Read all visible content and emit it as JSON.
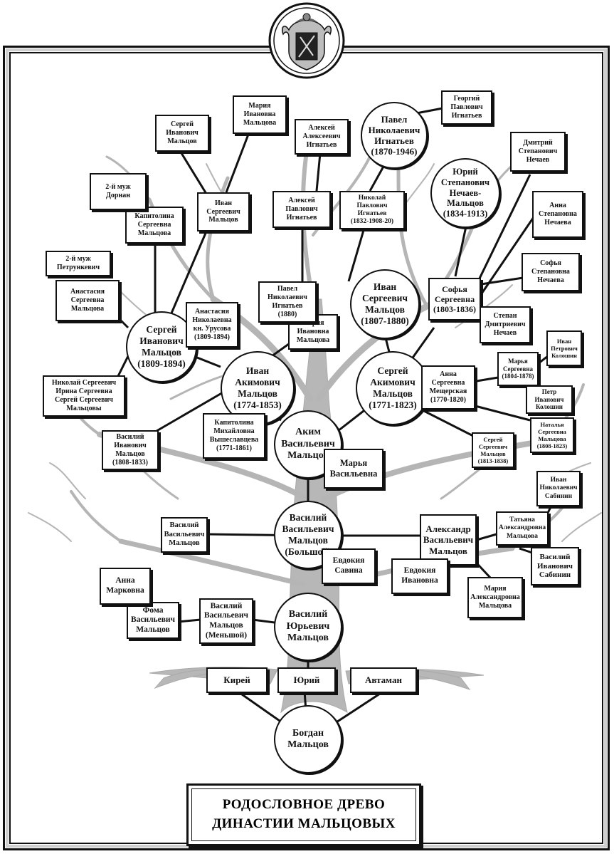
{
  "title": {
    "line1": "РОДОСЛОВНОЕ ДРЕВО",
    "line2": "ДИНАСТИИ МАЛЬЦОВЫХ"
  },
  "circles": [
    {
      "id": "bogdan",
      "text": "Богдан\nМальцов"
    },
    {
      "id": "vasily-yurevich",
      "text": "Василий\nЮрьевич\nМальцов"
    },
    {
      "id": "vasily-bolshoy",
      "text": "Василий\nВасильевич\nМальцов\n(Большой)"
    },
    {
      "id": "akim",
      "text": "Аким\nВасильевич\nМальцов"
    },
    {
      "id": "ivan-akimovich",
      "text": "Иван\nАкимович\nМальцов\n(1774-1853)"
    },
    {
      "id": "sergey-akimovich",
      "text": "Сергей\nАкимович\nМальцов\n(1771-1823)"
    },
    {
      "id": "sergey-ivanovich",
      "text": "Сергей\nИванович\nМальцов\n(1809-1894)"
    },
    {
      "id": "ivan-sergeevich",
      "text": "Иван\nСергеевич\nМальцов\n(1807-1880)"
    },
    {
      "id": "pavel-nikolaevich",
      "text": "Павел\nНиколаевич\nИгнатьев\n(1870-1946)"
    },
    {
      "id": "yuri-stepanovich",
      "text": "Юрий\nСтепанович\nНечаев-\nМальцов\n(1834-1913)"
    }
  ],
  "boxes": [
    {
      "id": "kirey",
      "text": "Кирей"
    },
    {
      "id": "yuri",
      "text": "Юрий"
    },
    {
      "id": "avtaman",
      "text": "Автаман"
    },
    {
      "id": "foma",
      "text": "Фома\nВасильевич\nМальцов"
    },
    {
      "id": "anna-markovna",
      "text": "Анна\nМарковна"
    },
    {
      "id": "vasily-menshoy",
      "text": "Василий\nВасильевич\nМальцов\n(Меньшой)"
    },
    {
      "id": "vasily-vasilyevich-left",
      "text": "Василий\nВасильевич\nМальцов"
    },
    {
      "id": "evdokiya-savina",
      "text": "Евдокия\nСавина"
    },
    {
      "id": "alexandr",
      "text": "Александр\nВасильевич\nМальцов"
    },
    {
      "id": "evdokiya-ivanovna",
      "text": "Евдокия\nИвановна"
    },
    {
      "id": "maria-aleksandrovna",
      "text": "Мария\nАлександровна\nМальцова"
    },
    {
      "id": "tatyana",
      "text": "Татьяна\nАлександровна\nМальцова"
    },
    {
      "id": "ivan-sabinin",
      "text": "Иван\nНиколаевич\nСабинин"
    },
    {
      "id": "vasily-sabinin",
      "text": "Василий\nИванович\nСабинин"
    },
    {
      "id": "marya-vasilyevna",
      "text": "Марья\nВасильевна"
    },
    {
      "id": "kapitolina-vyshe",
      "text": "Капитолина\nМихайловна\nВышеславцева\n(1771-1861)"
    },
    {
      "id": "vasily-ivanovich",
      "text": "Василий\nИванович\nМальцов\n(1808-1833)"
    },
    {
      "id": "children-list",
      "text": "Николай Сергеевич\nИрина Сергеевна\nСергей Сергеевич\nМальцовы"
    },
    {
      "id": "anastasia-urusova",
      "text": "Анастасия\nНиколаевна\nкн. Урусова\n(1809-1894)"
    },
    {
      "id": "maria-ivanovna-1",
      "text": "Мария\nИвановна\nМальцова"
    },
    {
      "id": "anastasia-s",
      "text": "Анастасия\nСергеевна\nМальцова"
    },
    {
      "id": "husband2-petrunkevich",
      "text": "2-й муж\nПетрункевич"
    },
    {
      "id": "kapitolina-s",
      "text": "Капитолина\nСергеевна\nМальцова"
    },
    {
      "id": "husband2-dornan",
      "text": "2-й муж\nДорнан"
    },
    {
      "id": "sergey-ivanovich-top",
      "text": "Сергей\nИванович\nМальцов"
    },
    {
      "id": "ivan-sergeevich-box",
      "text": "Иван\nСергеевич\nМальцов"
    },
    {
      "id": "maria-ivanovna-top",
      "text": "Мария\nИвановна\nМальцова"
    },
    {
      "id": "aleksey-alekseevich",
      "text": "Алексей\nАлексеевич\nИгнатьев"
    },
    {
      "id": "aleksey-pavlovich",
      "text": "Алексей\nПавлович\nИгнатьев"
    },
    {
      "id": "pavel-nikolaevich-1880",
      "text": "Павел\nНиколаевич\nИгнатьев\n(1880)"
    },
    {
      "id": "nikolay-pavlovich",
      "text": "Николай\nПавлович\nИгнатьев\n(1832-1908-20)"
    },
    {
      "id": "georgy",
      "text": "Георгий\nПавлович\nИгнатьев"
    },
    {
      "id": "sofya-sergeevna",
      "text": "Софья\nСергеевна\n(1803-1836)"
    },
    {
      "id": "stepan",
      "text": "Степан\nДмитриевич\nНечаев"
    },
    {
      "id": "dmitry",
      "text": "Дмитрий\nСтепанович\nНечаев"
    },
    {
      "id": "anna-stepanovna",
      "text": "Анна\nСтепановна\nНечаева"
    },
    {
      "id": "sofya-stepanovna",
      "text": "Софья\nСтепановна\nНечаева"
    },
    {
      "id": "anna-meshcherskaya",
      "text": "Анна\nСергеевна\nМещерская\n(1770-1820)"
    },
    {
      "id": "marya-sergeevna",
      "text": "Марья\nСергеевна\n(1804-1878)"
    },
    {
      "id": "ivan-koloshin",
      "text": "Иван\nПетрович\nКолошин"
    },
    {
      "id": "petr-koloshin",
      "text": "Петр\nИванович\nКолошин"
    },
    {
      "id": "natalya",
      "text": "Наталья\nСергеевна\nМальцова\n(1808-1823)"
    },
    {
      "id": "sergey-sergeevich",
      "text": "Сергей\nСергеевич\nМальцов\n(1813-1838)"
    }
  ]
}
